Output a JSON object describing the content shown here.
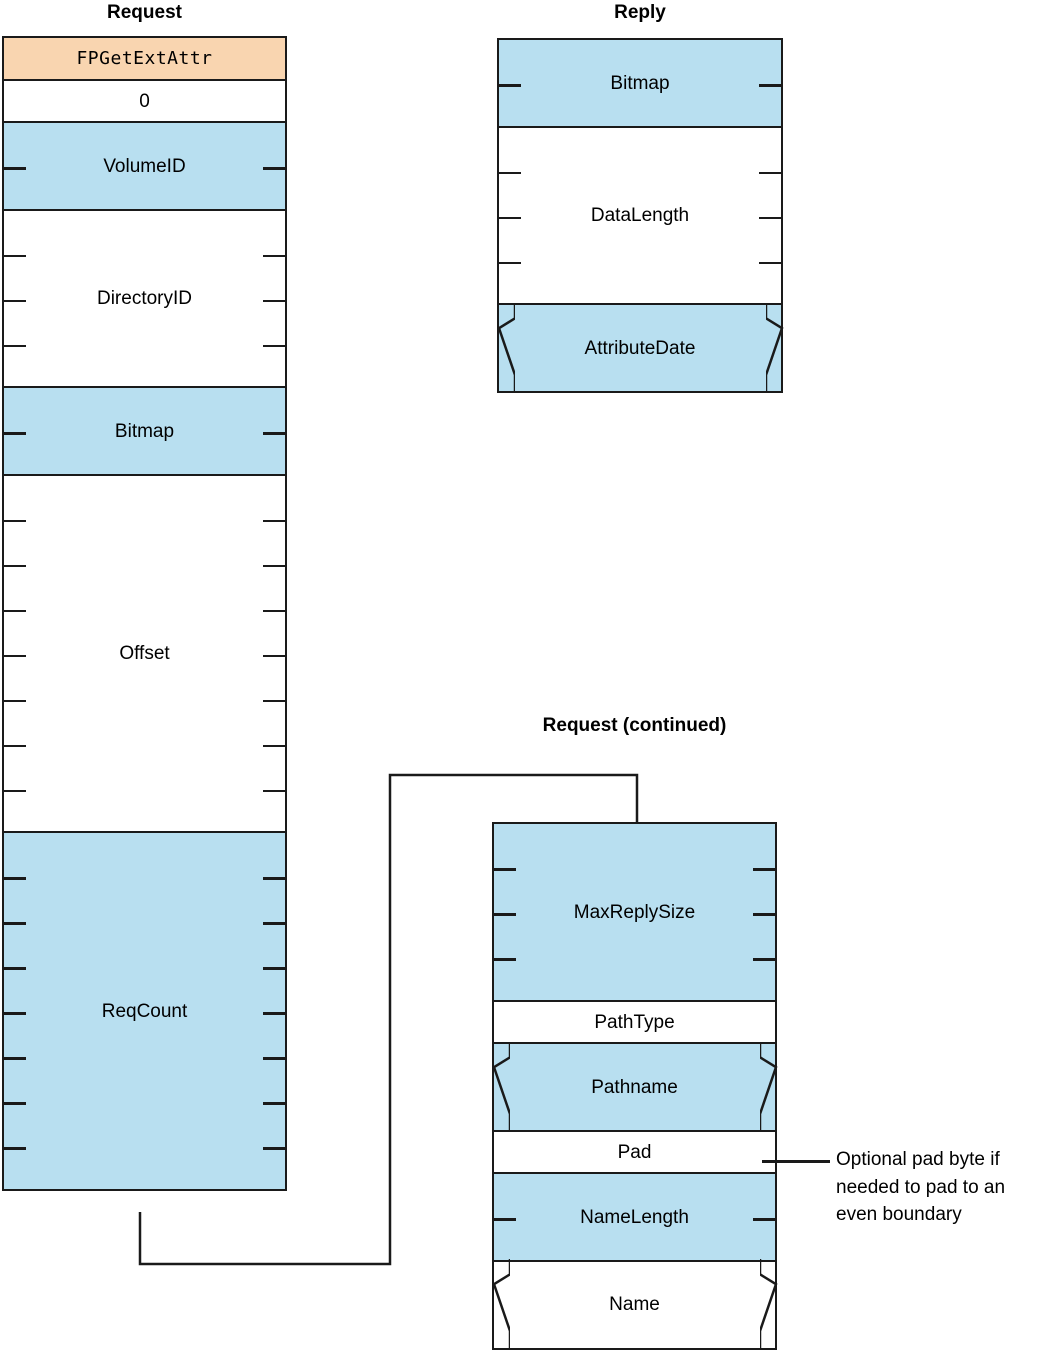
{
  "diagram": {
    "title_request": "Request",
    "title_reply": "Reply",
    "title_request_continued": "Request (continued)",
    "colors": {
      "blue": "#b8dff0",
      "orange": "#f9d5b0",
      "stroke": "#1a1a1a",
      "white": "#ffffff"
    }
  },
  "request": {
    "heading": "Request",
    "fields": [
      {
        "label": "FPGetExtAttr",
        "fill": "orange",
        "rows": 1,
        "ticks": 0,
        "mono": true,
        "variable": false
      },
      {
        "label": "0",
        "fill": "white",
        "rows": 1,
        "ticks": 0,
        "mono": false,
        "variable": false
      },
      {
        "label": "VolumeID",
        "fill": "blue",
        "rows": 2,
        "ticks": 1,
        "mono": false,
        "variable": false
      },
      {
        "label": "DirectoryID",
        "fill": "white",
        "rows": 4,
        "ticks": 3,
        "mono": false,
        "variable": false
      },
      {
        "label": "Bitmap",
        "fill": "blue",
        "rows": 2,
        "ticks": 1,
        "mono": false,
        "variable": false
      },
      {
        "label": "Offset",
        "fill": "white",
        "rows": 8,
        "ticks": 7,
        "mono": false,
        "variable": false
      },
      {
        "label": "ReqCount",
        "fill": "blue",
        "rows": 8,
        "ticks": 7,
        "mono": false,
        "variable": false
      }
    ]
  },
  "reply": {
    "heading": "Reply",
    "fields": [
      {
        "label": "Bitmap",
        "fill": "blue",
        "rows": 2,
        "ticks": 1,
        "mono": false,
        "variable": false
      },
      {
        "label": "DataLength",
        "fill": "white",
        "rows": 4,
        "ticks": 3,
        "mono": false,
        "variable": false
      },
      {
        "label": "AttributeDate",
        "fill": "blue",
        "rows": 2,
        "ticks": 0,
        "mono": false,
        "variable": true
      }
    ]
  },
  "request_continued": {
    "heading": "Request (continued)",
    "fields": [
      {
        "label": "MaxReplySize",
        "fill": "blue",
        "rows": 4,
        "ticks": 3,
        "mono": false,
        "variable": false
      },
      {
        "label": "PathType",
        "fill": "white",
        "rows": 1,
        "ticks": 0,
        "mono": false,
        "variable": false
      },
      {
        "label": "Pathname",
        "fill": "blue",
        "rows": 2,
        "ticks": 0,
        "mono": false,
        "variable": true
      },
      {
        "label": "Pad",
        "fill": "white",
        "rows": 1,
        "ticks": 0,
        "mono": false,
        "variable": false
      },
      {
        "label": "NameLength",
        "fill": "blue",
        "rows": 2,
        "ticks": 1,
        "mono": false,
        "variable": false
      },
      {
        "label": "Name",
        "fill": "white",
        "rows": 2,
        "ticks": 0,
        "mono": false,
        "variable": true
      }
    ]
  },
  "annotation": {
    "pad_note": "Optional pad byte if\nneeded to pad to an\neven boundary"
  }
}
